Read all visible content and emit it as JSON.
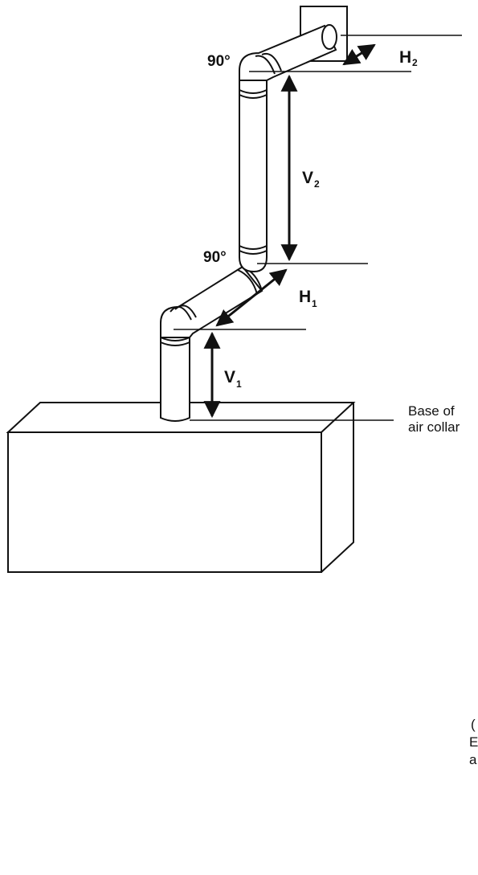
{
  "diagram": {
    "elbow_angle_top": "90°",
    "elbow_angle_mid": "90°",
    "dims": {
      "h2": {
        "letter": "H",
        "sub": "2"
      },
      "v2": {
        "letter": "V",
        "sub": "2"
      },
      "h1": {
        "letter": "H",
        "sub": "1"
      },
      "v1": {
        "letter": "V",
        "sub": "1"
      }
    },
    "base_label": {
      "line1": "Base of",
      "line2": "air collar"
    },
    "cropped_fragments": [
      "(",
      "E",
      "a"
    ]
  }
}
